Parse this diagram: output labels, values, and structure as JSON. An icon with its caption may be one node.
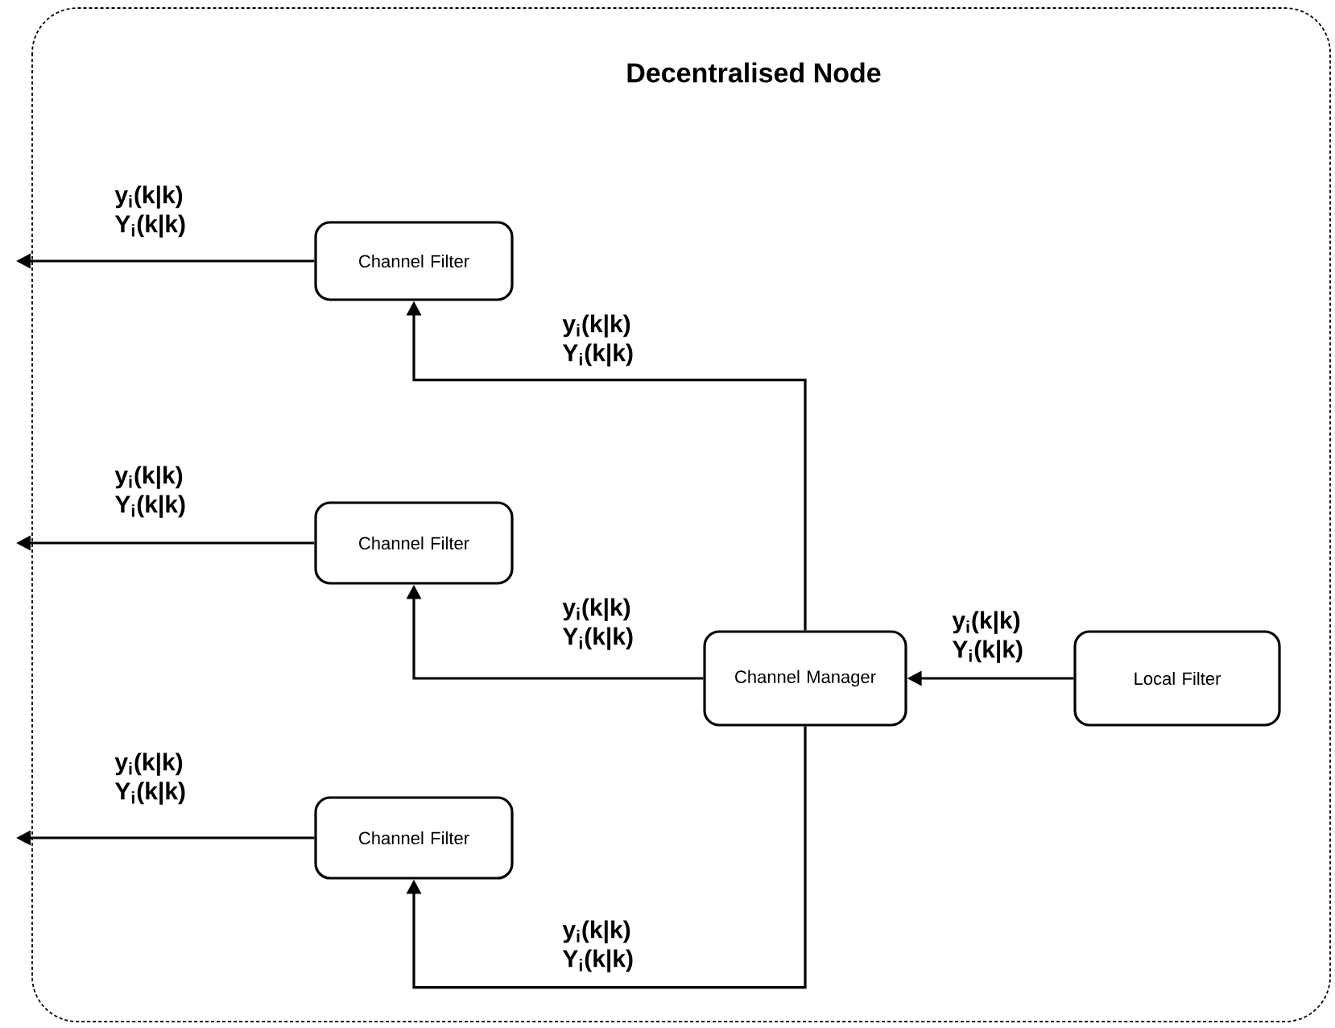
{
  "diagram": {
    "nodes": [
      {
        "text": [
          "Decentralised Node"
        ]
      },
      {
        "text": [
          "Channel Filter"
        ],
        "in": 0
      },
      {
        "text": [
          "Channel Filter"
        ],
        "in": 0
      },
      {
        "text": [
          "Channel Filter"
        ],
        "in": 0
      },
      {
        "text": [
          "Channel Manager"
        ],
        "in": 0
      },
      {
        "text": [
          "Local Filter"
        ],
        "in": 0
      }
    ],
    "edges": [
      {
        "from": 1,
        "to": null,
        "arrow": "to",
        "label": "y$_{i}$(k|k) Y$_{i}$(k|k)"
      },
      {
        "from": 4,
        "to": 1,
        "arrow": "to",
        "label": "y$_{i}$(k|k) Y$_{i}$(k|k)"
      },
      {
        "from": 2,
        "to": null,
        "arrow": "to",
        "label": "y$_{i}$(k|k) Y$_{i}$(k|k)"
      },
      {
        "from": 4,
        "to": 2,
        "arrow": "to",
        "label": "y$_{i}$(k|k) Y$_{i}$(k|k)"
      },
      {
        "from": 3,
        "to": null,
        "arrow": "to",
        "label": "y$_{i}$(k|k) Y$_{i}$(k|k)"
      },
      {
        "from": 4,
        "to": 3,
        "arrow": "to",
        "label": "y$_{i}$(k|k) Y$_{i}$(k|k)"
      },
      {
        "from": 5,
        "to": 4,
        "arrow": "to",
        "label": "y$_{i}$(k|k) Y$_{i}$(k|k)"
      }
    ]
  }
}
